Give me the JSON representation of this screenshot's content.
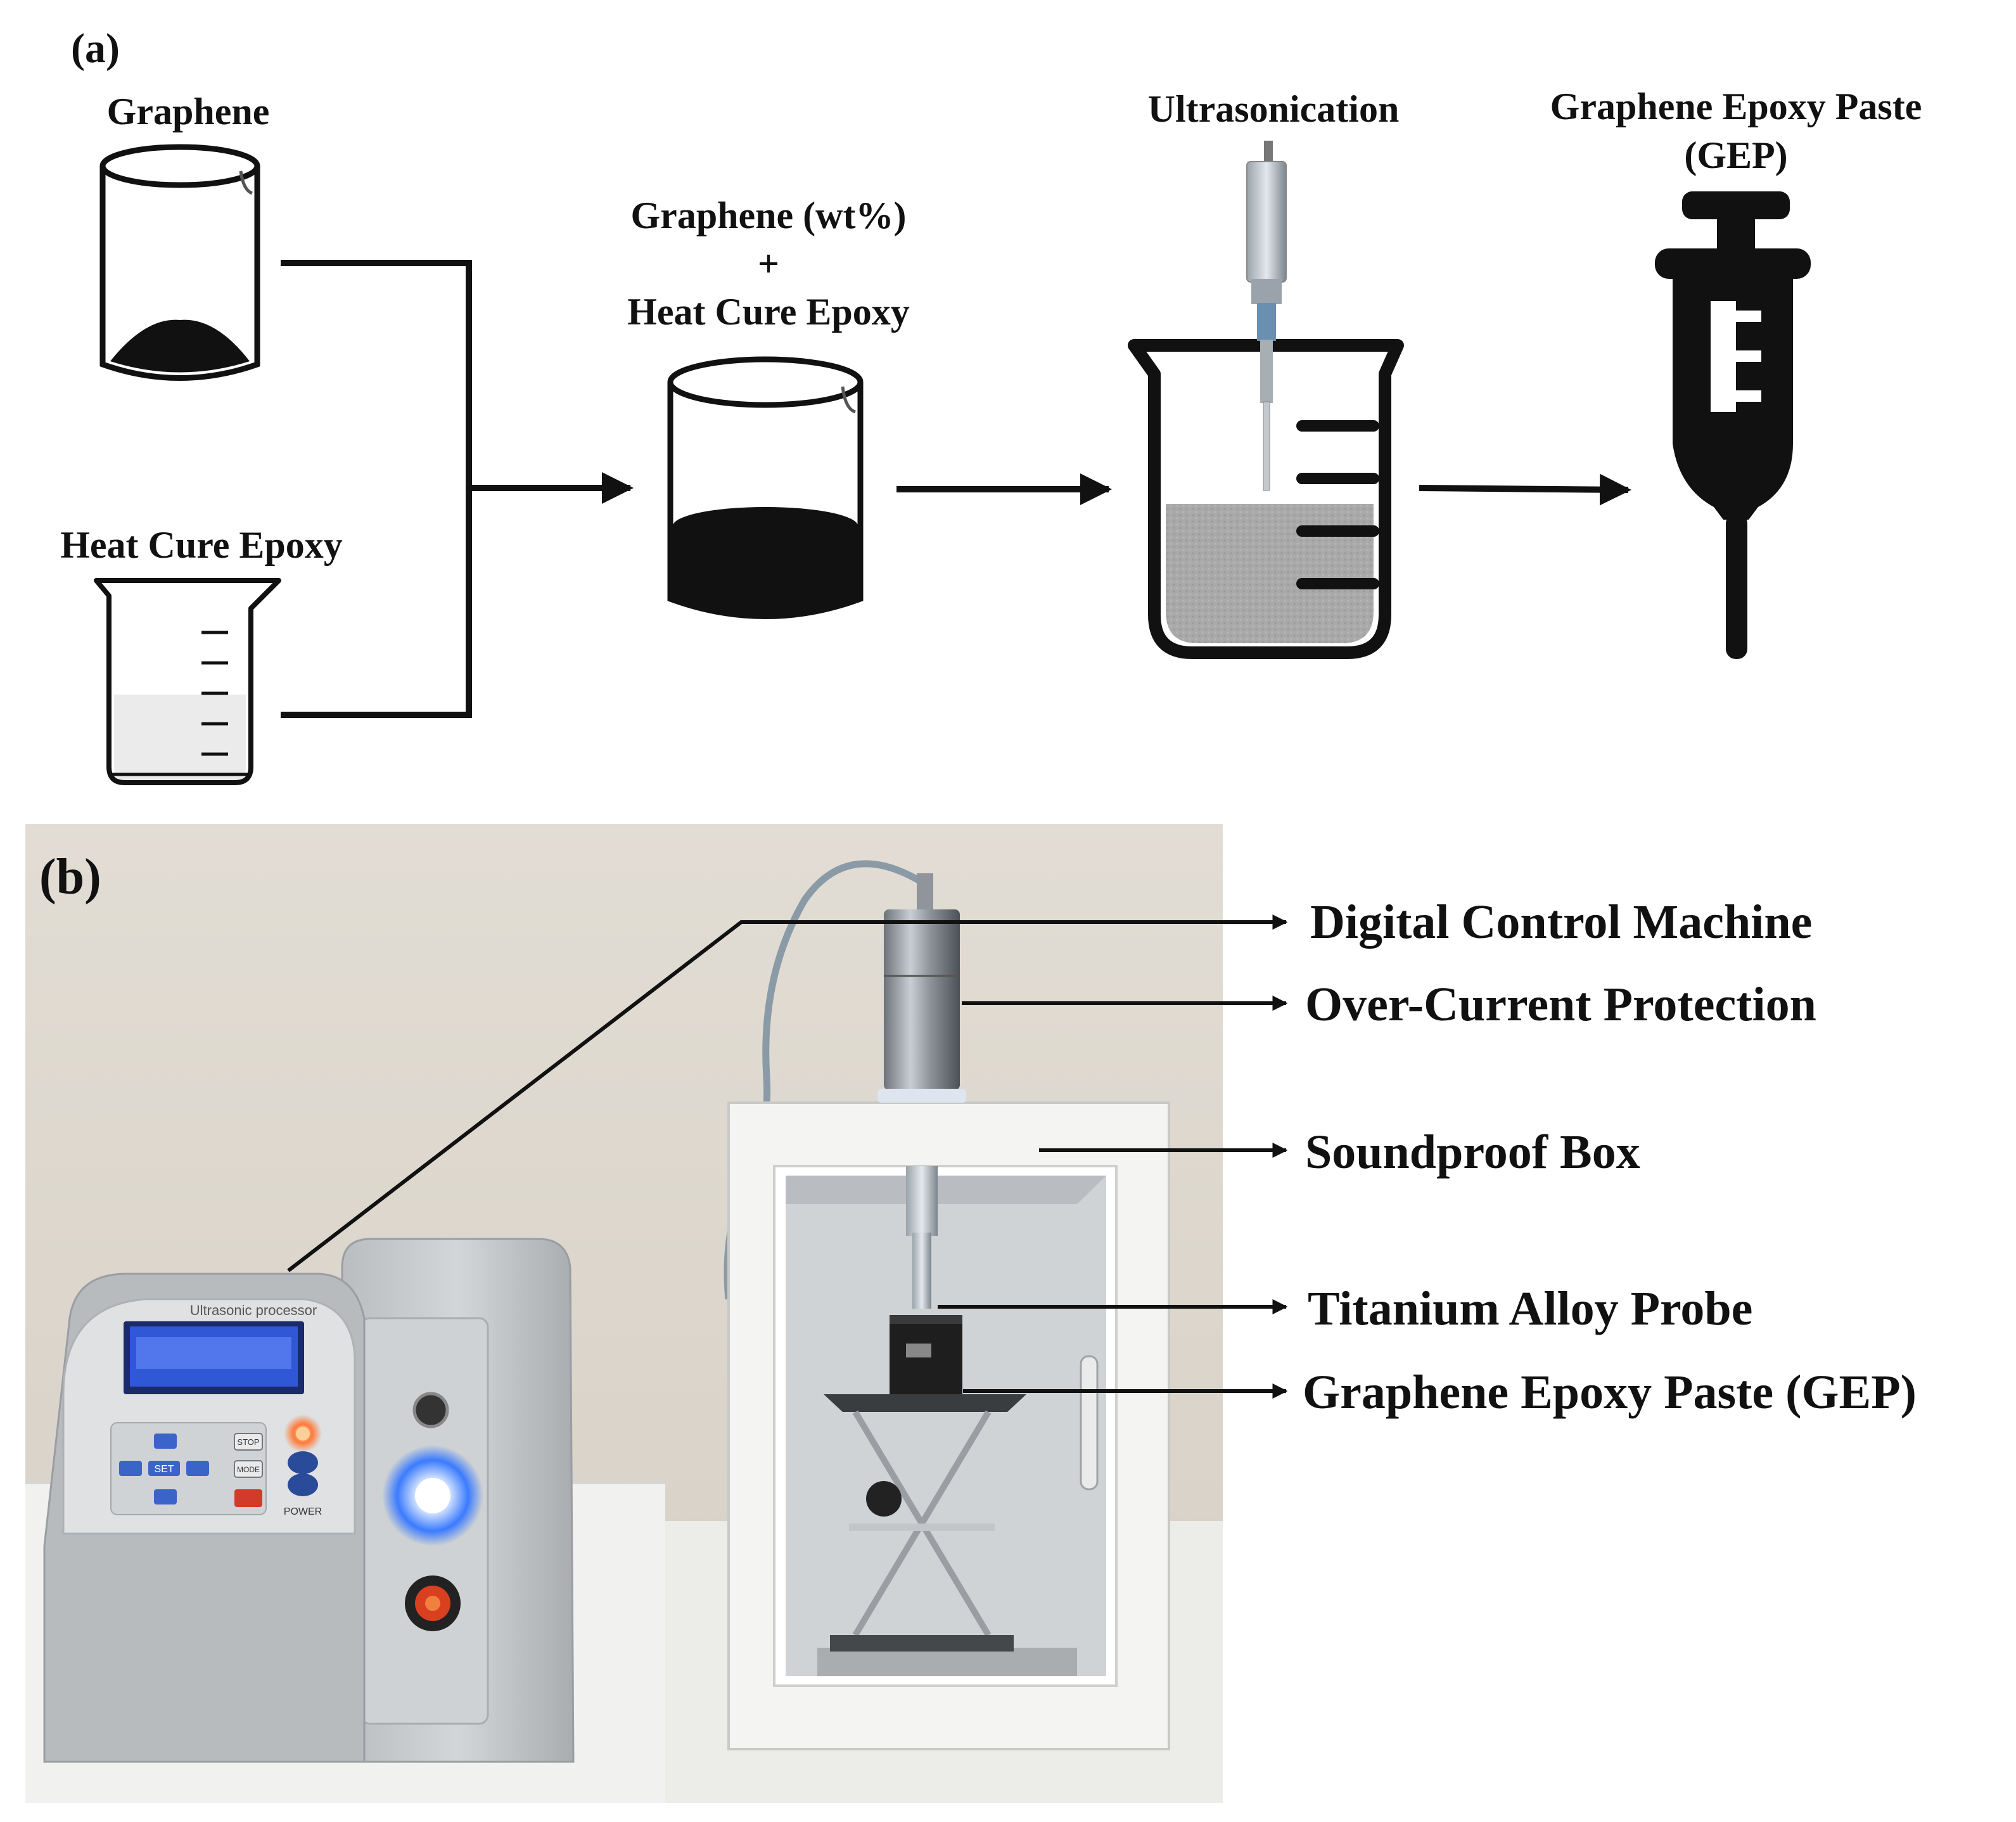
{
  "panel_a": {
    "label": "(a)",
    "graphene": "Graphene",
    "heat_cure_epoxy": "Heat Cure Epoxy",
    "mixture_line1": "Graphene (wt%)",
    "mixture_plus": "+",
    "mixture_line2": "Heat Cure Epoxy",
    "ultrasonication": "Ultrasonication",
    "gep_line1": "Graphene Epoxy Paste",
    "gep_line2": "(GEP)"
  },
  "panel_b": {
    "label": "(b)",
    "device_text": "Ultrasonic processor",
    "power_label": "POWER",
    "keypad": {
      "stop": "STOP",
      "mode": "MODE",
      "set": "SET"
    },
    "callouts": {
      "digital_control_machine": "Digital Control Machine",
      "over_current_protection": "Over-Current Protection",
      "soundproof_box": "Soundproof Box",
      "titanium_alloy_probe": "Titanium Alloy Probe",
      "graphene_epoxy_paste": "Graphene Epoxy Paste (GEP)"
    }
  },
  "colors": {
    "ink": "#111111",
    "wall": "#ded7cd",
    "device_body": "#c9ccce",
    "lcd": "#2f57d6",
    "blue_led": "#3b7bff",
    "red_button": "#d84020",
    "epoxy_fill": "#ebebeb",
    "sonication_fill": "#a9a9a9"
  }
}
